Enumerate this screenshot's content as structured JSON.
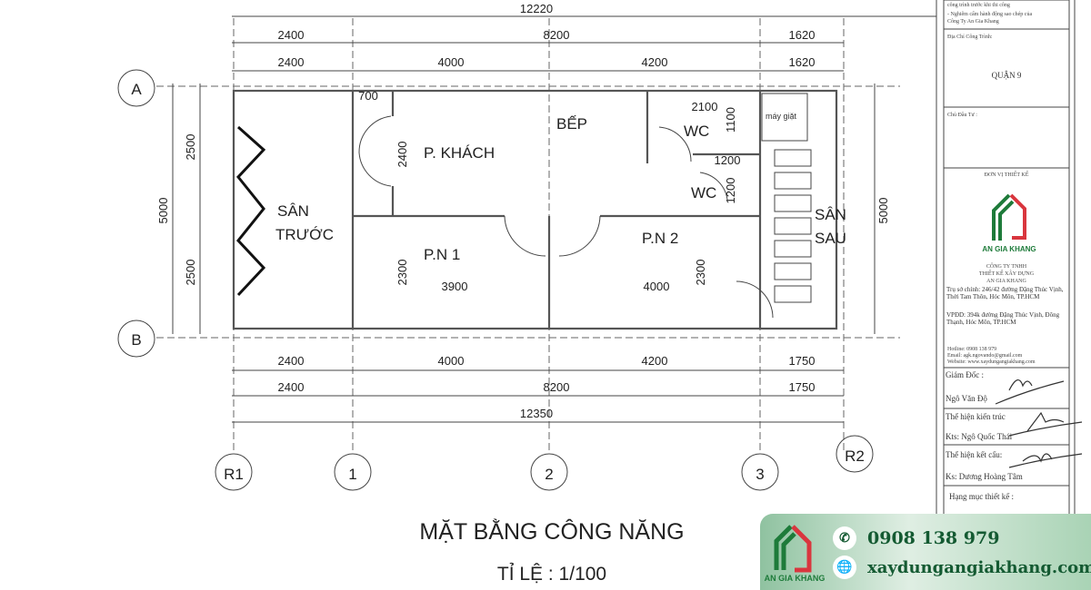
{
  "drawing": {
    "top_total": "12220",
    "top_row1": [
      "2400",
      "8200",
      "1620"
    ],
    "top_row2": [
      "2400",
      "4000",
      "4200",
      "1620"
    ],
    "bottom_row1": [
      "2400",
      "4000",
      "4200",
      "1750"
    ],
    "bottom_row2": [
      "2400",
      "8200",
      "1750"
    ],
    "bottom_total": "12350",
    "left_total": "5000",
    "left_parts": [
      "2500",
      "2500"
    ],
    "right_total": "5000",
    "axes_rows": [
      "A",
      "B"
    ],
    "axes_cols": [
      "R1",
      "1",
      "2",
      "3",
      "R2"
    ],
    "rooms": {
      "san_truoc_1": "SÂN",
      "san_truoc_2": "TRƯỚC",
      "khach": "P. KHÁCH",
      "bep": "BẾP",
      "wc1": "WC",
      "wc2": "WC",
      "pn1": "P.N 1",
      "pn2": "P.N 2",
      "san_sau_1": "SÂN",
      "san_sau_2": "SAU",
      "may_giat": "máy giặt"
    },
    "inner_dims": {
      "d700": "700",
      "d2400": "2400",
      "d2100": "2100",
      "d1100": "1100",
      "d1200a": "1200",
      "d1200b": "1200",
      "d2300a": "2300",
      "d3900": "3900",
      "d4000": "4000",
      "d2300b": "2300"
    },
    "title": "MẶT BẰNG CÔNG NĂNG",
    "scale": "TỈ LỆ : 1/100"
  },
  "title_block": {
    "note1": "công trình trước khi thi công",
    "note2": "- Nghiêm cấm hành động sao chép của",
    "note3": "Công Ty An Gia Khang",
    "address_label": "Địa Chỉ Công Trình:",
    "address_value": "QUẬN 9",
    "owner_label": "Chủ Đầu Tư :",
    "designer_label": "ĐƠN VỊ THIẾT KẾ",
    "logo_text": "AN GIA KHANG",
    "company1": "CÔNG TY TNHH",
    "company2": "THIẾT KẾ XÂY DỰNG",
    "company3": "AN GIA KHANG",
    "hq": "Trụ sở chính: 246/42 đường Đặng Thúc Vịnh, Thới Tam Thôn, Hóc Môn, TP.HCM",
    "office": "VPĐD: 394k đường Đặng Thúc Vịnh, Đông Thạnh, Hóc Môn, TP.HCM",
    "hotline": "Hotline: 0908 138 979",
    "email": "Email: agk.ngovando@gmail.com",
    "website": "Website: www.xaydungangiakhang.com",
    "director_label": "Giám Đốc :",
    "director_name": "Ngô Văn Độ",
    "arch_label": "Thể hiện kiến trúc",
    "arch_name": "Kts: Ngô Quốc Thái",
    "struct_label": "Thể hiện kết cấu:",
    "struct_name": "Ks: Dương Hoàng Tâm",
    "item_label": "Hạng mục thiết kế :"
  },
  "banner": {
    "logo_text": "AN GIA KHANG",
    "phone": "0908 138 979",
    "website": "xaydungangiakhang.com",
    "phone_icon": "phone-icon",
    "web_icon": "globe-icon",
    "brand_green": "#145a32",
    "brand_red": "#d9363e"
  }
}
